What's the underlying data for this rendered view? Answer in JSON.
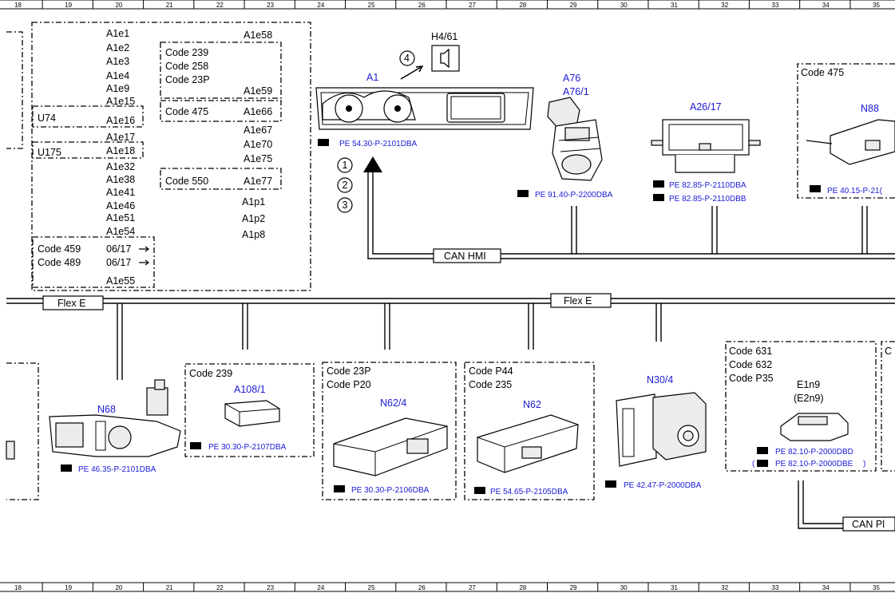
{
  "ruler": {
    "numbers": [
      "18",
      "19",
      "20",
      "21",
      "22",
      "23",
      "24",
      "25",
      "26",
      "27",
      "28",
      "29",
      "30",
      "31",
      "32",
      "33",
      "34",
      "35"
    ]
  },
  "a1_block": {
    "col1": [
      "A1e1",
      "A1e2",
      "A1e3",
      "A1e4",
      "A1e9",
      "A1e15",
      "A1e16",
      "A1e17",
      "A1e18",
      "A1e32",
      "A1e38",
      "A1e41",
      "A1e46",
      "A1e51",
      "A1e54",
      "A1e55"
    ],
    "u74": "U74",
    "u175": "U175",
    "code459": "Code 459",
    "code489": "Code 489",
    "date1": "06/17",
    "date2": "06/17",
    "a1e58": "A1e58",
    "code239": "Code 239",
    "code258": "Code 258",
    "code23p": "Code 23P",
    "a1e59": "A1e59",
    "code475": "Code 475",
    "a1e66": "A1e66",
    "col3": [
      "A1e67",
      "A1e70",
      "A1e75"
    ],
    "code550": "Code 550",
    "a1e77": "A1e77",
    "col3b": [
      "A1p1",
      "A1p2",
      "A1p8"
    ]
  },
  "a1": {
    "label": "A1",
    "ref": "PE 54.30-P-2101DBA",
    "h461": "H4/61",
    "arrow_num": "4",
    "circles": [
      "1",
      "2",
      "3"
    ]
  },
  "a76": {
    "label1": "A76",
    "label2": "A76/1",
    "ref": "PE 91.40-P-2200DBA"
  },
  "a2617": {
    "label": "A26/17",
    "ref1": "PE 82.85-P-2110DBA",
    "ref2": "PE 82.85-P-2110DBB"
  },
  "n88": {
    "code": "Code 475",
    "label": "N88",
    "ref": "PE 40.15-P-21("
  },
  "bus": {
    "can_hmi": "CAN HMI",
    "flex_e1": "Flex E",
    "flex_e2": "Flex E",
    "can_p": "CAN Pl"
  },
  "n68": {
    "label": "N68",
    "ref": "PE 46.35-P-2101DBA"
  },
  "a1081": {
    "code": "Code 239",
    "label": "A108/1",
    "ref": "PE 30.30-P-2107DBA"
  },
  "n624": {
    "code1": "Code 23P",
    "code2": "Code P20",
    "label": "N62/4",
    "ref": "PE 30.30-P-2106DBA"
  },
  "n62": {
    "code1": "Code P44",
    "code2": "Code 235",
    "label": "N62",
    "ref": "PE 54.65-P-2105DBA"
  },
  "n304": {
    "label": "N30/4",
    "ref": "PE 42.47-P-2000DBA"
  },
  "e1n9": {
    "code1": "Code 631",
    "code2": "Code 632",
    "code3": "Code P35",
    "label1": "E1n9",
    "label2": "(E2n9)",
    "ref1": "PE 82.10-P-2000DBD",
    "ref2": "PE 82.10-P-2000DBE"
  },
  "edge_c": "C"
}
